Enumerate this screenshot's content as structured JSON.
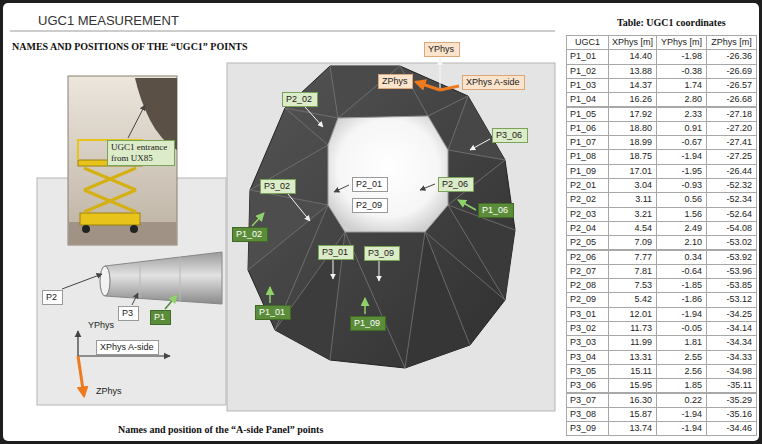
{
  "diagram": {
    "title": "UGC1 MEASUREMENT",
    "caption": "Names and position of the “A-side Panel” points",
    "nodes": [
      {
        "text": [
          "UGC1 entrance from UX85"
        ]
      },
      {
        "text": [
          "YPhys"
        ]
      },
      {
        "text": [
          "ZPhys"
        ]
      },
      {
        "text": [
          "XPhys A-side"
        ]
      },
      {
        "text": [
          "P2_02"
        ]
      },
      {
        "text": [
          "P3_06"
        ]
      },
      {
        "text": [
          "P3_02"
        ]
      },
      {
        "text": [
          "P2_01"
        ]
      },
      {
        "text": [
          "P2_06"
        ]
      },
      {
        "text": [
          "P2_09"
        ]
      },
      {
        "text": [
          "P1_06"
        ]
      },
      {
        "text": [
          "P1_02"
        ]
      },
      {
        "text": [
          "P3_01"
        ]
      },
      {
        "text": [
          "P3_09"
        ]
      },
      {
        "text": [
          "P1_01"
        ]
      },
      {
        "text": [
          "P1_09"
        ]
      },
      {
        "text": [
          "P2"
        ]
      },
      {
        "text": [
          "P3"
        ]
      },
      {
        "text": [
          "P1"
        ]
      },
      {
        "text": [
          "YPhys"
        ]
      },
      {
        "text": [
          "XPhys A-side"
        ]
      },
      {
        "text": [
          "ZPhys"
        ]
      }
    ],
    "labels": [
      "NAMES AND POSITIONS OF THE “UGC1” POINTS",
      "Table: UGC1 coordinates",
      "UGC1",
      "XPhys [m]",
      "YPhys [m]",
      "ZPhys [m]",
      "P1_01",
      "14.40",
      "-1.98",
      "-26.36",
      "P1_02",
      "13.88",
      "-0.38",
      "-26.69",
      "P1_03",
      "14.37",
      "1.74",
      "-26.57",
      "P1_04",
      "16.26",
      "2.80",
      "-26.68",
      "P1_05",
      "17.92",
      "2.33",
      "-27.18",
      "P1_06",
      "18.80",
      "0.91",
      "-27.20",
      "P1_07",
      "18.99",
      "-0.67",
      "-27.41",
      "P1_08",
      "18.75",
      "-1.94",
      "-27.25",
      "P1_09",
      "17.01",
      "-1.95",
      "-26.44",
      "P2_01",
      "3.04",
      "-0.93",
      "-52.32",
      "P2_02",
      "3.11",
      "0.56",
      "-52.34",
      "P2_03",
      "3.21",
      "1.56",
      "-52.64",
      "P2_04",
      "4.54",
      "2.49",
      "-54.08",
      "P2_05",
      "7.09",
      "2.10",
      "-53.02",
      "P2_06",
      "7.77",
      "0.34",
      "-53.92",
      "P2_07",
      "7.81",
      "-0.64",
      "-53.96",
      "P2_08",
      "7.53",
      "-1.85",
      "-53.85",
      "P2_09",
      "5.42",
      "-1.86",
      "-53.12",
      "P3_01",
      "12.01",
      "-1.94",
      "-34.25",
      "P3_02",
      "11.73",
      "-0.05",
      "-34.14",
      "P3_03",
      "11.99",
      "1.81",
      "-34.34",
      "P3_04",
      "13.31",
      "2.55",
      "-34.33",
      "P3_05",
      "15.11",
      "2.56",
      "-34.98",
      "P3_06",
      "15.95",
      "1.85",
      "-35.11",
      "P3_07",
      "16.30",
      "0.22",
      "-35.29",
      "P3_08",
      "15.87",
      "-1.94",
      "-35.16",
      "P3_09",
      "13.74",
      "-1.94",
      "-34.46"
    ]
  }
}
